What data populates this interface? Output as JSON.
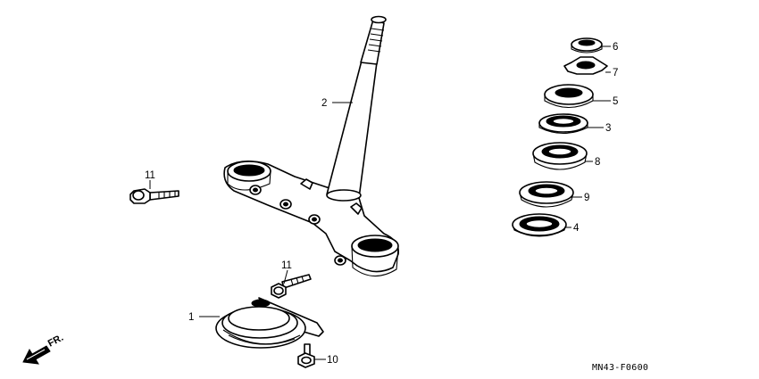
{
  "callouts": {
    "c1": "1",
    "c2": "2",
    "c3": "3",
    "c4": "4",
    "c5": "5",
    "c6": "6",
    "c7": "7",
    "c8": "8",
    "c9": "9",
    "c10": "10",
    "c11a": "11",
    "c11b": "11"
  },
  "direction_label": "FR.",
  "diagram_code": "MN43-F0600",
  "icons": {
    "front_arrow": "arrow-down-left-icon"
  }
}
